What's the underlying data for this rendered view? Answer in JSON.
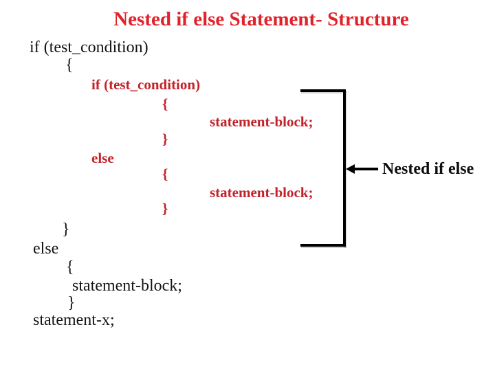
{
  "slide": {
    "title": "Nested if else Statement- Structure"
  },
  "colors": {
    "title_red": "#e0222a",
    "nested_code_red": "#c2222a",
    "text_black": "#131313",
    "bracket_black": "#000000",
    "background": "#ffffff"
  },
  "code": {
    "lines": [
      {
        "text": "if (test_condition)",
        "part": "outer-if",
        "color": "black"
      },
      {
        "text": "{",
        "part": "outer-if",
        "color": "black"
      },
      {
        "text": "if (test_condition)",
        "part": "nested-if",
        "color": "red"
      },
      {
        "text": "{",
        "part": "nested-if",
        "color": "red"
      },
      {
        "text": "statement-block;",
        "part": "nested-if",
        "color": "red"
      },
      {
        "text": "}",
        "part": "nested-if",
        "color": "red"
      },
      {
        "text": "else",
        "part": "nested-else",
        "color": "red"
      },
      {
        "text": "{",
        "part": "nested-else",
        "color": "red"
      },
      {
        "text": "statement-block;",
        "part": "nested-else",
        "color": "red"
      },
      {
        "text": "}",
        "part": "nested-else",
        "color": "red"
      },
      {
        "text": "}",
        "part": "outer-if",
        "color": "black"
      },
      {
        "text": "else",
        "part": "outer-else",
        "color": "black"
      },
      {
        "text": "{",
        "part": "outer-else",
        "color": "black"
      },
      {
        "text": "statement-block;",
        "part": "outer-else",
        "color": "black"
      },
      {
        "text": "}",
        "part": "outer-else",
        "color": "black"
      },
      {
        "text": "statement-x;",
        "part": "after",
        "color": "black"
      }
    ]
  },
  "annotation": {
    "label": "Nested if else"
  }
}
